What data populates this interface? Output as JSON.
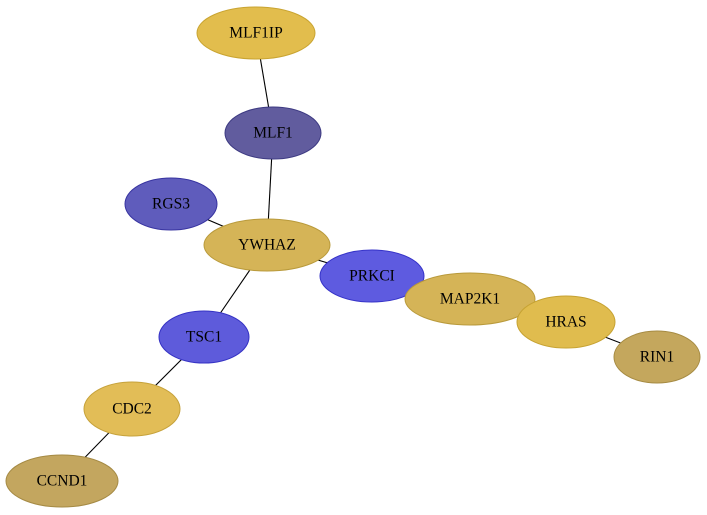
{
  "nodes": [
    {
      "id": "MLF1IP",
      "label": "MLF1IP",
      "fill": "#e2bd4d",
      "stroke": "#c9a431"
    },
    {
      "id": "MLF1",
      "label": "MLF1",
      "fill": "#615c9e",
      "stroke": "#3d3a82"
    },
    {
      "id": "RGS3",
      "label": "RGS3",
      "fill": "#5f5cbc",
      "stroke": "#3733a0"
    },
    {
      "id": "YWHAZ",
      "label": "YWHAZ",
      "fill": "#d5b457",
      "stroke": "#b99a3b"
    },
    {
      "id": "PRKCI",
      "label": "PRKCI",
      "fill": "#5e5be0",
      "stroke": "#3532c8"
    },
    {
      "id": "MAP2K1",
      "label": "MAP2K1",
      "fill": "#d5b457",
      "stroke": "#b99a3b"
    },
    {
      "id": "HRAS",
      "label": "HRAS",
      "fill": "#e0bc4e",
      "stroke": "#c6a232"
    },
    {
      "id": "RIN1",
      "label": "RIN1",
      "fill": "#c4a75d",
      "stroke": "#a68b43"
    },
    {
      "id": "TSC1",
      "label": "TSC1",
      "fill": "#5e5bdb",
      "stroke": "#3532c4"
    },
    {
      "id": "CDC2",
      "label": "CDC2",
      "fill": "#e2bd57",
      "stroke": "#c6a23b"
    },
    {
      "id": "CCND1",
      "label": "CCND1",
      "fill": "#c3a65f",
      "stroke": "#a58a44"
    }
  ],
  "edges": [
    {
      "source": "MLF1IP",
      "target": "MLF1"
    },
    {
      "source": "MLF1",
      "target": "YWHAZ"
    },
    {
      "source": "RGS3",
      "target": "YWHAZ"
    },
    {
      "source": "YWHAZ",
      "target": "PRKCI"
    },
    {
      "source": "YWHAZ",
      "target": "TSC1"
    },
    {
      "source": "PRKCI",
      "target": "MAP2K1"
    },
    {
      "source": "MAP2K1",
      "target": "HRAS"
    },
    {
      "source": "HRAS",
      "target": "RIN1"
    },
    {
      "source": "TSC1",
      "target": "CDC2"
    },
    {
      "source": "CDC2",
      "target": "CCND1"
    }
  ]
}
